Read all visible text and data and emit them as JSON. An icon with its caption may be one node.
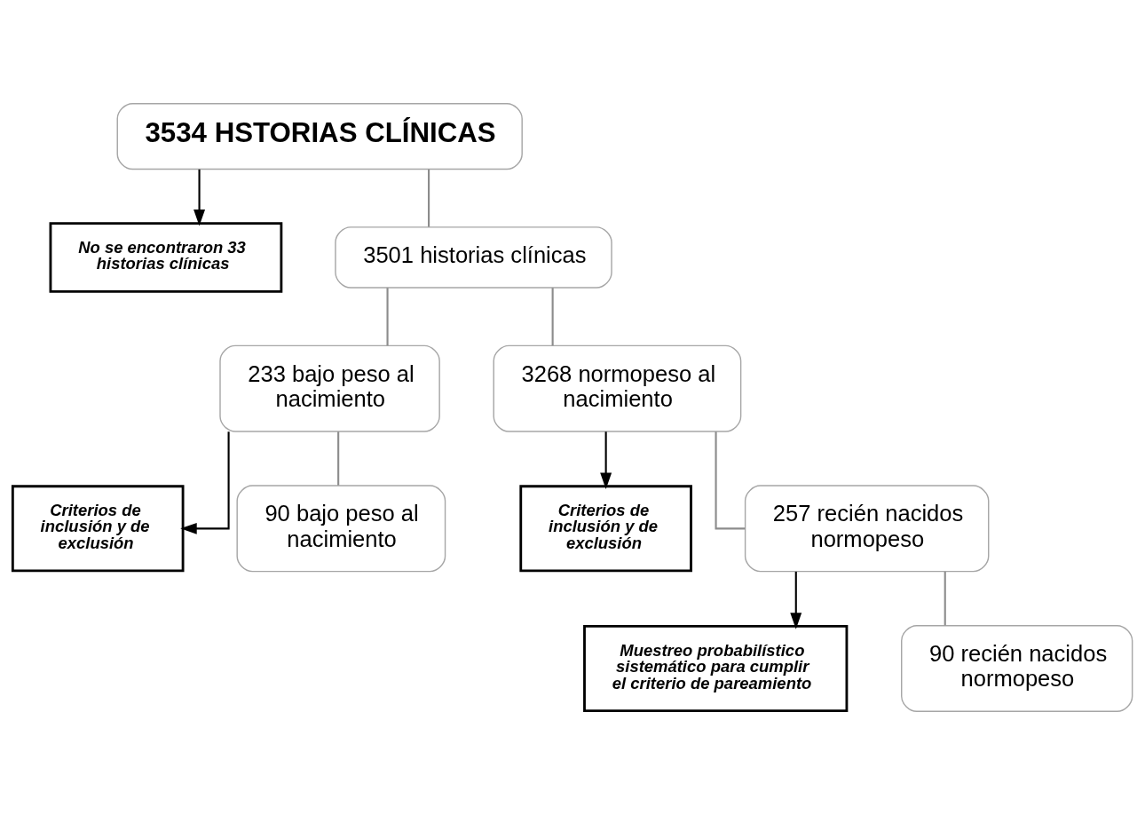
{
  "diagram": {
    "nodes": [
      {
        "text": [
          "3534 HSTORIAS CLÍNICAS"
        ]
      },
      {
        "text": [
          "No se encontraron 33 historias clínicas"
        ]
      },
      {
        "text": [
          "3501 historias clínicas"
        ]
      },
      {
        "text": [
          "233 bajo peso al nacimiento"
        ]
      },
      {
        "text": [
          "3268 normopeso al nacimiento"
        ]
      },
      {
        "text": [
          "Criterios de inclusión y de exclusión"
        ]
      },
      {
        "text": [
          "90 bajo peso al nacimiento"
        ]
      },
      {
        "text": [
          "Criterios de inclusión y de exclusión"
        ]
      },
      {
        "text": [
          "257 recién nacidos normopeso"
        ]
      },
      {
        "text": [
          "Muestreo probabilístico sistemático para cumplir el criterio de pareamiento"
        ]
      },
      {
        "text": [
          "90 recién nacidos normopeso"
        ]
      }
    ],
    "edges": [
      {
        "from": 0,
        "to": 2,
        "arrow": "none"
      },
      {
        "from": 0,
        "to": 1,
        "arrow": "to",
        "color": "#000000"
      },
      {
        "from": 2,
        "to": 3,
        "arrow": "none"
      },
      {
        "from": 2,
        "to": 4,
        "arrow": "none"
      },
      {
        "from": 3,
        "to": 5,
        "arrow": "to",
        "color": "#000000"
      },
      {
        "from": 3,
        "to": 6,
        "arrow": "none"
      },
      {
        "from": 4,
        "to": 7,
        "arrow": "to",
        "color": "#000000"
      },
      {
        "from": 4,
        "to": 8,
        "arrow": "none"
      },
      {
        "from": 8,
        "to": 9,
        "arrow": "to",
        "color": "#000000"
      },
      {
        "from": 8,
        "to": 10,
        "arrow": "none"
      }
    ]
  }
}
